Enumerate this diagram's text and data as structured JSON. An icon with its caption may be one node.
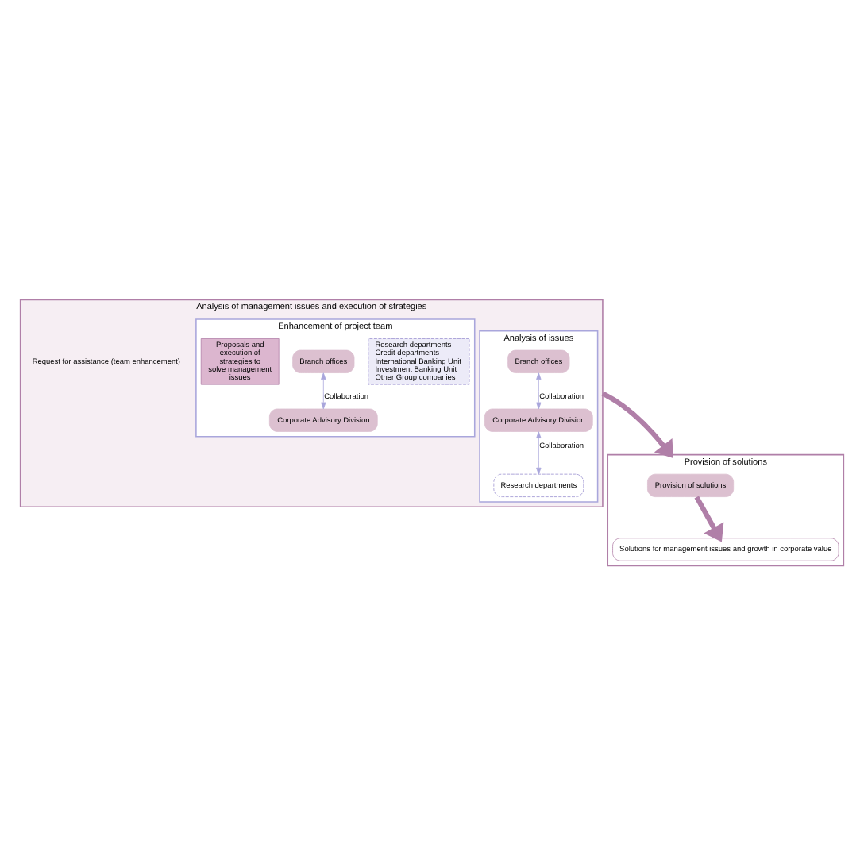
{
  "diagram": {
    "nodes": [
      {
        "text": [
          "Analysis of management issues and execution of strategies"
        ]
      },
      {
        "text": [
          "Analysis of issues"
        ],
        "in": 0
      },
      {
        "text": [
          "Branch offices"
        ],
        "in": 1
      },
      {
        "text": [
          "Corporate Advisory Division"
        ],
        "in": 1
      },
      {
        "text": [
          "Research departments"
        ],
        "in": 1
      },
      {
        "text": [
          "Enhancement of project team"
        ],
        "in": 0
      },
      {
        "text": [
          "Branch offices"
        ],
        "in": 5
      },
      {
        "text": [
          "Corporate Advisory Division"
        ],
        "in": 5
      },
      {
        "text": [
          "Research departments",
          "Credit departments",
          "International Banking Unit",
          "Investment Banking Unit",
          "Other Group companies"
        ],
        "in": 5
      },
      {
        "text": [
          "Proposals and execution of strategies to solve management issues"
        ],
        "in": 5
      },
      {
        "text": [
          "Provision of solutions"
        ]
      },
      {
        "text": [
          "Provision of solutions"
        ],
        "in": 10
      },
      {
        "text": [
          "Solutions for management issues and growth in corporate value"
        ],
        "in": 10
      }
    ],
    "edges": [
      {
        "from": 2,
        "to": 3,
        "arrow": "both",
        "label": "Collaboration"
      },
      {
        "from": 3,
        "to": 4,
        "arrow": "both",
        "label": "Collaboration"
      },
      {
        "from": 6,
        "to": 7,
        "arrow": "both",
        "label": "Collaboration"
      },
      {
        "from": 0,
        "to": 10,
        "arrow": "to",
        "style": "thick"
      },
      {
        "from": 11,
        "to": 12,
        "arrow": "to",
        "style": "thick"
      }
    ],
    "labels": [
      "Request for assistance (team enhancement)"
    ]
  }
}
